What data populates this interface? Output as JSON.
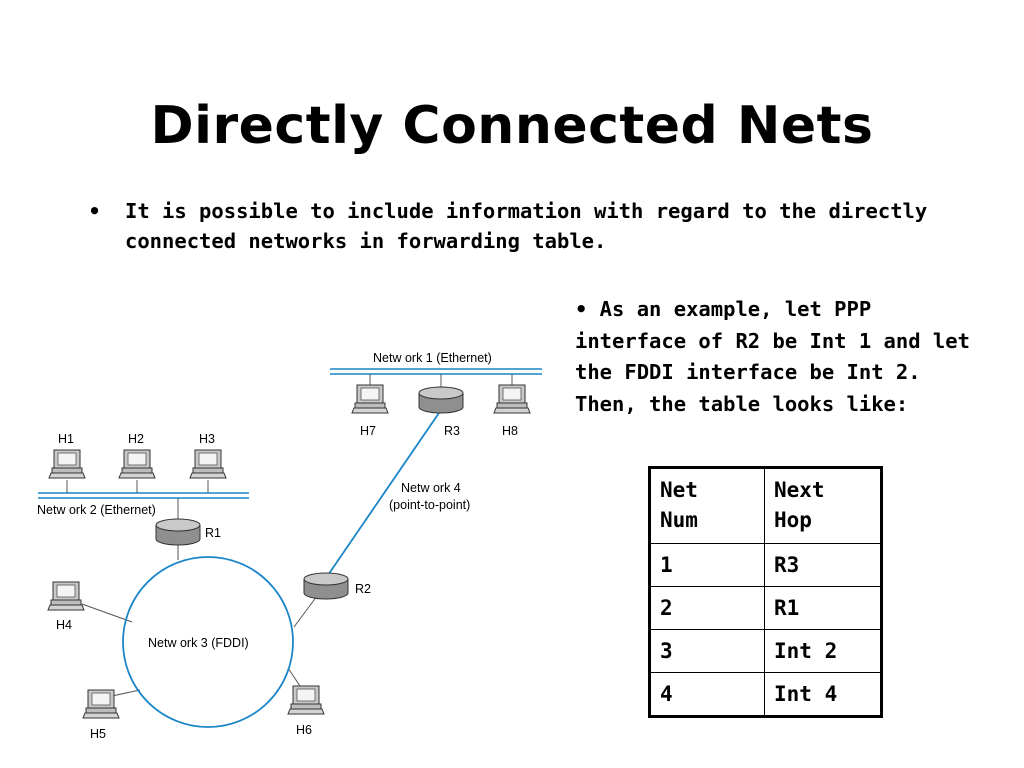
{
  "slide": {
    "title": "Directly Connected Nets",
    "bullet_mark": "•",
    "bullet_text": "It is possible to include information with regard to the directly connected networks in forwarding table.",
    "example_text": "• As an example, let PPP\ninterface of R2 be Int 1 and let\nthe FDDI interface be Int 2.\nThen, the table looks like:"
  },
  "diagram": {
    "network1": "Netw ork 1 (Ethernet)",
    "network2": "Netw ork 2 (Ethernet)",
    "network3": "Netw ork 3 (FDDI)",
    "network4_line1": "Netw ork 4",
    "network4_line2": "(point-to-point)",
    "hosts": {
      "h1": "H1",
      "h2": "H2",
      "h3": "H3",
      "h4": "H4",
      "h5": "H5",
      "h6": "H6",
      "h7": "H7",
      "h8": "H8"
    },
    "routers": {
      "r1": "R1",
      "r2": "R2",
      "r3": "R3"
    },
    "colors": {
      "link": "#1a86c8",
      "ethernet_bar": "#1a86c8"
    }
  },
  "table": {
    "headers": [
      "Net\nNum",
      "Next\nHop"
    ],
    "rows": [
      [
        "1",
        "R3"
      ],
      [
        "2",
        "R1"
      ],
      [
        "3",
        "Int 2"
      ],
      [
        "4",
        "Int 4"
      ]
    ]
  }
}
